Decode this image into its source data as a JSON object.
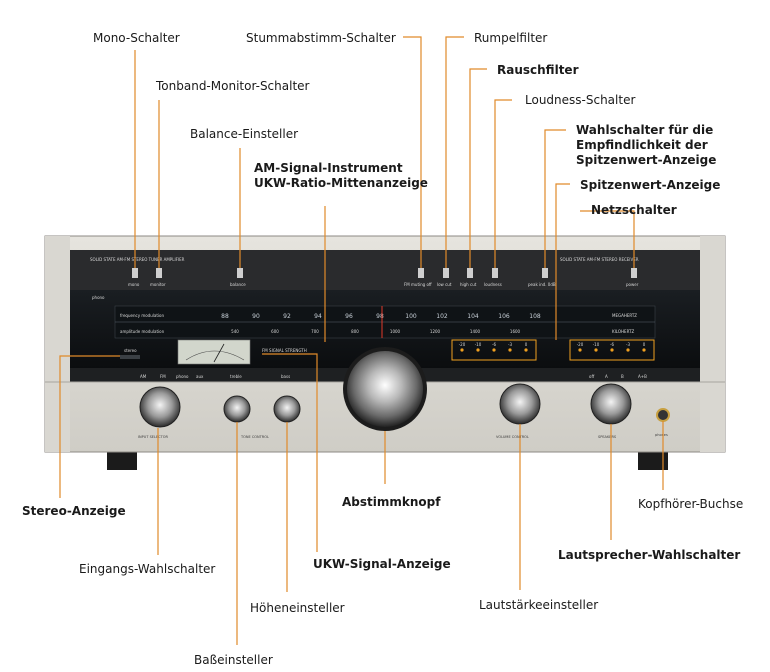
{
  "labels": {
    "mono": "Mono-Schalter",
    "tonband": "Tonband-Monitor-Schalter",
    "balance": "Balance-Einsteller",
    "am_line1": "AM-Signal-Instrument",
    "am_line2": "UKW-Ratio-Mittenanzeige",
    "stummabstimm": "Stummabstimm-Schalter",
    "rumpel": "Rumpelfilter",
    "rausch": "Rauschfilter",
    "loudness": "Loudness-Schalter",
    "wahl_line1": "Wahlschalter für die",
    "wahl_line2": "Empfindlichkeit der",
    "wahl_line3": "Spitzenwert-Anzeige",
    "spitzenwert": "Spitzenwert-Anzeige",
    "netz": "Netzschalter",
    "stereo": "Stereo-Anzeige",
    "eingang": "Eingangs-Wahlschalter",
    "abstimm": "Abstimmknopf",
    "kopfhoerer": "Kopfhörer-Buchse",
    "ukw_signal": "UKW-Signal-Anzeige",
    "lautsprecher": "Lautsprecher-Wahlschalter",
    "hoehen": "Höheneinsteller",
    "lautstaerke": "Lautstärkeeinsteller",
    "bass": "Baßeinsteller"
  },
  "panel": {
    "top_left_text": "SOLID STATE AM-FM STEREO TUNER AMPLIFIER",
    "top_right_text": "SOLID STATE AM-FM STEREO RECEIVER",
    "mono": "mono",
    "monitor": "monitor",
    "balance": "balance",
    "fm_muting": "FM muting off",
    "low_cut": "low cut",
    "high_cut": "high cut",
    "loudness": "loudness",
    "peak_ind": "peak ind. 0dB",
    "power": "power",
    "phono": "phono",
    "stereo": "stereo",
    "fm_mod": "frequency modulation",
    "am_mod": "amplitude modulation",
    "mhz": "MEGAHERTZ",
    "khz": "KILOHERTZ",
    "fm_signal": "FM SIGNAL STRENGTH",
    "sel_am": "AM",
    "sel_fm": "FM",
    "sel_phono": "phono",
    "sel_aux": "aux",
    "treble": "treble",
    "bass": "bass",
    "input_selector": "INPUT SELECTOR",
    "tone_control": "TONE CONTROL",
    "volume_control": "VOLUME CONTROL",
    "speakers": "SPEAKERS",
    "phones": "phones",
    "spk_off": "off",
    "spk_a": "A",
    "spk_b": "B",
    "spk_ab": "A+B",
    "fm_scale": [
      "88",
      "90",
      "92",
      "94",
      "96",
      "98",
      "100",
      "102",
      "104",
      "106",
      "108"
    ],
    "am_scale": [
      "540",
      "600",
      "700",
      "800",
      "1000",
      "1200",
      "1400",
      "1600"
    ],
    "peak_scale_l": [
      "-20",
      "-10",
      "-6",
      "-3",
      "0"
    ],
    "peak_scale_r": [
      "-20",
      "-10",
      "-6",
      "-3",
      "0"
    ]
  },
  "colors": {
    "leader": "#e08a2a",
    "panel": "#dcdad4",
    "window": "#121518",
    "led": "#f0a020"
  }
}
